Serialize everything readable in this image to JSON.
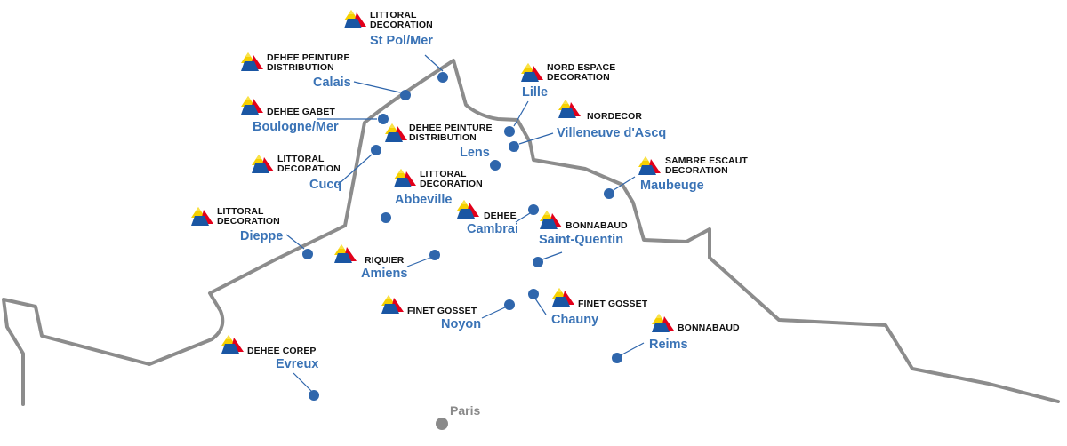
{
  "colors": {
    "border": "#8c8c8c",
    "dot": "#2f66ac",
    "city": "#3a73b6",
    "paris": "#8a8a8a",
    "logo_yellow": "#f6d000",
    "logo_red": "#e2001a",
    "logo_blue": "#1a56a3"
  },
  "icons": {
    "logo": "tricolor-triangle-logo",
    "marker": "store-dot-marker",
    "paris": "grey-dot-marker"
  },
  "stores": [
    {
      "id": "st-pol",
      "name": [
        "LITTORAL",
        "DECORATION"
      ],
      "city": "St Pol/Mer"
    },
    {
      "id": "calais",
      "name": [
        "DEHEE PEINTURE",
        "DISTRIBUTION"
      ],
      "city": "Calais"
    },
    {
      "id": "boulogne",
      "name": [
        "DEHEE GABET"
      ],
      "city": "Boulogne/Mer"
    },
    {
      "id": "lens",
      "name": [
        "DEHEE PEINTURE",
        "DISTRIBUTION"
      ],
      "city": "Lens"
    },
    {
      "id": "cucq",
      "name": [
        "LITTORAL",
        "DECORATION"
      ],
      "city": "Cucq"
    },
    {
      "id": "abbeville",
      "name": [
        "LITTORAL",
        "DECORATION"
      ],
      "city": "Abbeville"
    },
    {
      "id": "dieppe",
      "name": [
        "LITTORAL",
        "DECORATION"
      ],
      "city": "Dieppe"
    },
    {
      "id": "amiens",
      "name": [
        "RIQUIER"
      ],
      "city": "Amiens"
    },
    {
      "id": "lille",
      "name": [
        "NORD ESPACE",
        "DECORATION"
      ],
      "city": "Lille"
    },
    {
      "id": "villeneuve",
      "name": [
        "NORDECOR"
      ],
      "city": "Villeneuve d'Ascq"
    },
    {
      "id": "maubeuge",
      "name": [
        "SAMBRE ESCAUT",
        "DECORATION"
      ],
      "city": "Maubeuge"
    },
    {
      "id": "cambrai",
      "name": [
        "DEHEE"
      ],
      "city": "Cambrai"
    },
    {
      "id": "saint-quentin",
      "name": [
        "BONNABAUD"
      ],
      "city": "Saint-Quentin"
    },
    {
      "id": "noyon",
      "name": [
        "FINET GOSSET"
      ],
      "city": "Noyon"
    },
    {
      "id": "chauny",
      "name": [
        "FINET GOSSET"
      ],
      "city": "Chauny"
    },
    {
      "id": "reims",
      "name": [
        "BONNABAUD"
      ],
      "city": "Reims"
    },
    {
      "id": "evreux",
      "name": [
        "DEHEE COREP"
      ],
      "city": "Evreux"
    }
  ],
  "paris": {
    "label": "Paris"
  }
}
